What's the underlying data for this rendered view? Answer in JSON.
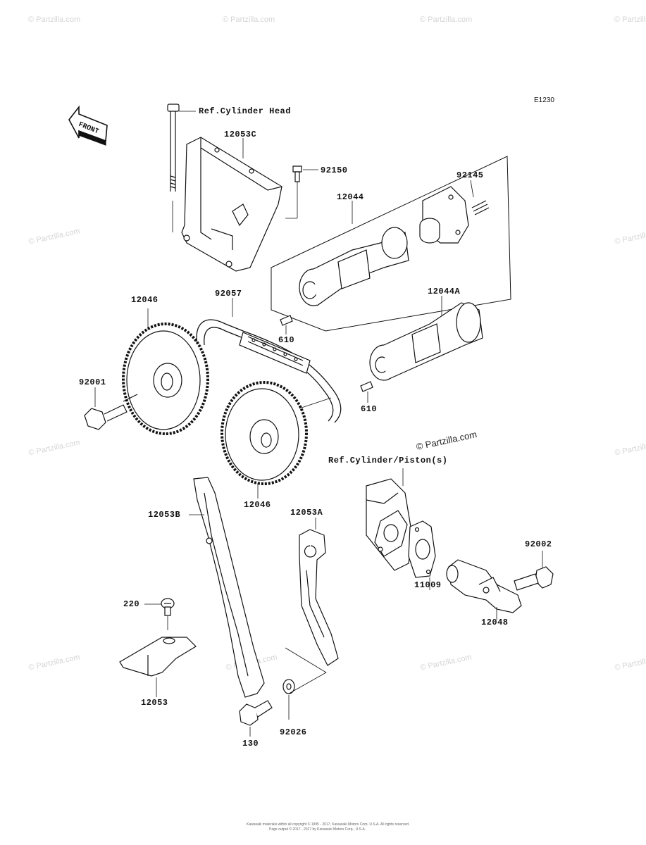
{
  "diagram": {
    "code": "E1230",
    "front_label": "FRONT",
    "references": {
      "cylinder_head": "Ref.Cylinder Head",
      "cylinder_piston": "Ref.Cylinder/Piston(s)"
    },
    "parts": {
      "p12053C": "12053C",
      "p92150": "92150",
      "p92145": "92145",
      "p12044": "12044",
      "p12044A": "12044A",
      "p12046_top": "12046",
      "p92057": "92057",
      "p610_top": "610",
      "p610_bottom": "610",
      "p92001": "92001",
      "p12046_bottom": "12046",
      "p12053B": "12053B",
      "p12053A": "12053A",
      "p11009": "11009",
      "p92002": "92002",
      "p12048": "12048",
      "p220": "220",
      "p12053": "12053",
      "p130": "130",
      "p92026": "92026"
    },
    "watermark": "© Partzilla.com",
    "copyright_line1": "Kawasaki materials within all copyright © 1995 - 2017, Kawasaki Motors Corp. U.S.A. All rights reserved.",
    "copyright_line2": "Page output © 2017 - 2017 by Kawasaki Motors Corp., U.S.A."
  }
}
